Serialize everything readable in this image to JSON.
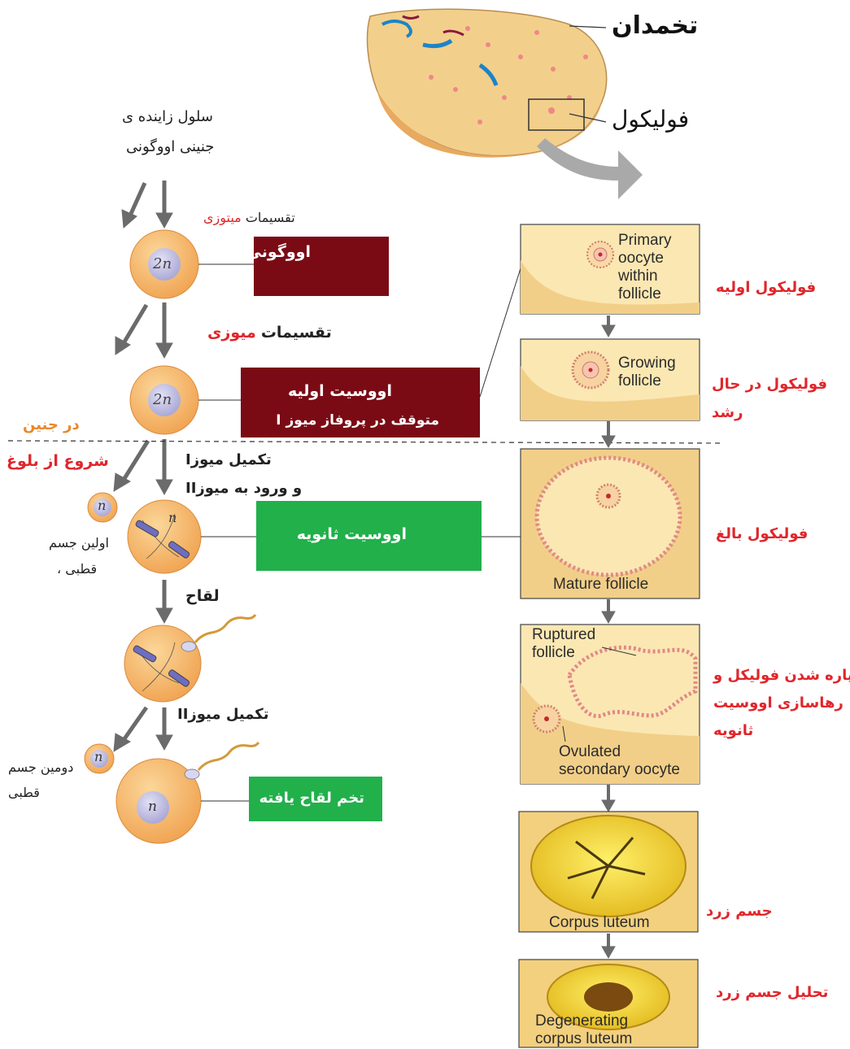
{
  "ovary": {
    "label": "تخمدان",
    "follicle_label": "فولیکول"
  },
  "left": {
    "germ_cell": [
      "سلول زاینده ی",
      "جنینی اووگونی"
    ],
    "mitosis_label": "تقسیمات",
    "mitosis_word": "میتوزی",
    "oogonium_box": "اووگونی",
    "meiosis_label": "تقسیمات",
    "meiosis_word": "میوزی",
    "primary_oocyte_box": [
      "اووسیت اولیه",
      "متوقف در پروفاز میوز I"
    ],
    "in_fetus": "در جنین",
    "from_puberty": "شروع از بلوغ",
    "meiosis1_complete": [
      "تکمیل میوزI",
      "و ورود به میوزII"
    ],
    "first_polar_body": [
      "اولین جسم",
      "قطبی ،"
    ],
    "secondary_oocyte_box": "اووسیت ثانویه",
    "fertilization": "لقاح",
    "meiosis2_complete": "تکمیل میوزII",
    "second_polar_body": [
      "دومین جسم",
      "قطبی"
    ],
    "zygote_box": "تخم لقاح یافته",
    "cell_2n": "2n",
    "cell_n": "n"
  },
  "right": {
    "primary_follicle": {
      "en": [
        "Primary",
        "oocyte",
        "within",
        "follicle"
      ],
      "fa": "فولیکول اولیه"
    },
    "growing_follicle": {
      "en": [
        "Growing",
        "follicle"
      ],
      "fa": [
        "فولیکول در حال",
        "رشد"
      ]
    },
    "mature_follicle": {
      "en": "Mature follicle",
      "fa": "فولیکول بالغ"
    },
    "ruptured_follicle": {
      "en": [
        "Ruptured",
        "follicle"
      ],
      "en2": [
        "Ovulated",
        "secondary oocyte"
      ],
      "fa": [
        "پاره شدن فولیکل و",
        "رهاسازی اووسیت",
        "ثانویه"
      ]
    },
    "corpus_luteum": {
      "en": "Corpus luteum",
      "fa": "جسم زرد"
    },
    "degenerating": {
      "en": [
        "Degenerating",
        "corpus luteum"
      ],
      "fa": "تحلیل جسم زرد"
    }
  },
  "colors": {
    "dark_red": "#7a0b14",
    "green": "#22b04b",
    "red_text": "#e0262b",
    "cell": "#f6b96a",
    "follicle": "#fbe8b4"
  }
}
